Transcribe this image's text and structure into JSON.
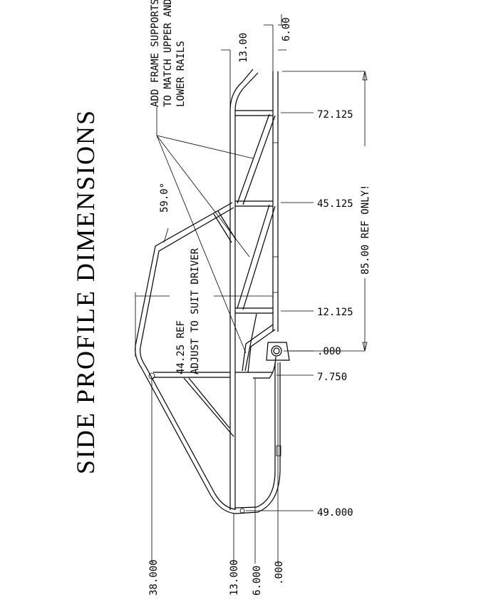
{
  "title": "SIDE PROFILE DIMENSIONS",
  "notes": {
    "supports_line1": "ADD FRAME SUPPORTS",
    "supports_line2": "TO MATCH UPPER AND",
    "supports_line3": "LOWER RAILS",
    "angle": "59.0°",
    "ref_line1": "44.25 REF",
    "ref_line2": "ADJUST TO SUIT DRIVER",
    "overall": "85.00 REF ONLY!"
  },
  "dims_top": {
    "upper": "13.00",
    "lower": "6.00"
  },
  "dims_right": [
    "72.125",
    "45.125",
    "12.125",
    ".000",
    "7.750",
    "49.000"
  ],
  "dims_bottom": [
    "38.000",
    "13.000",
    "6.000",
    ".000"
  ]
}
